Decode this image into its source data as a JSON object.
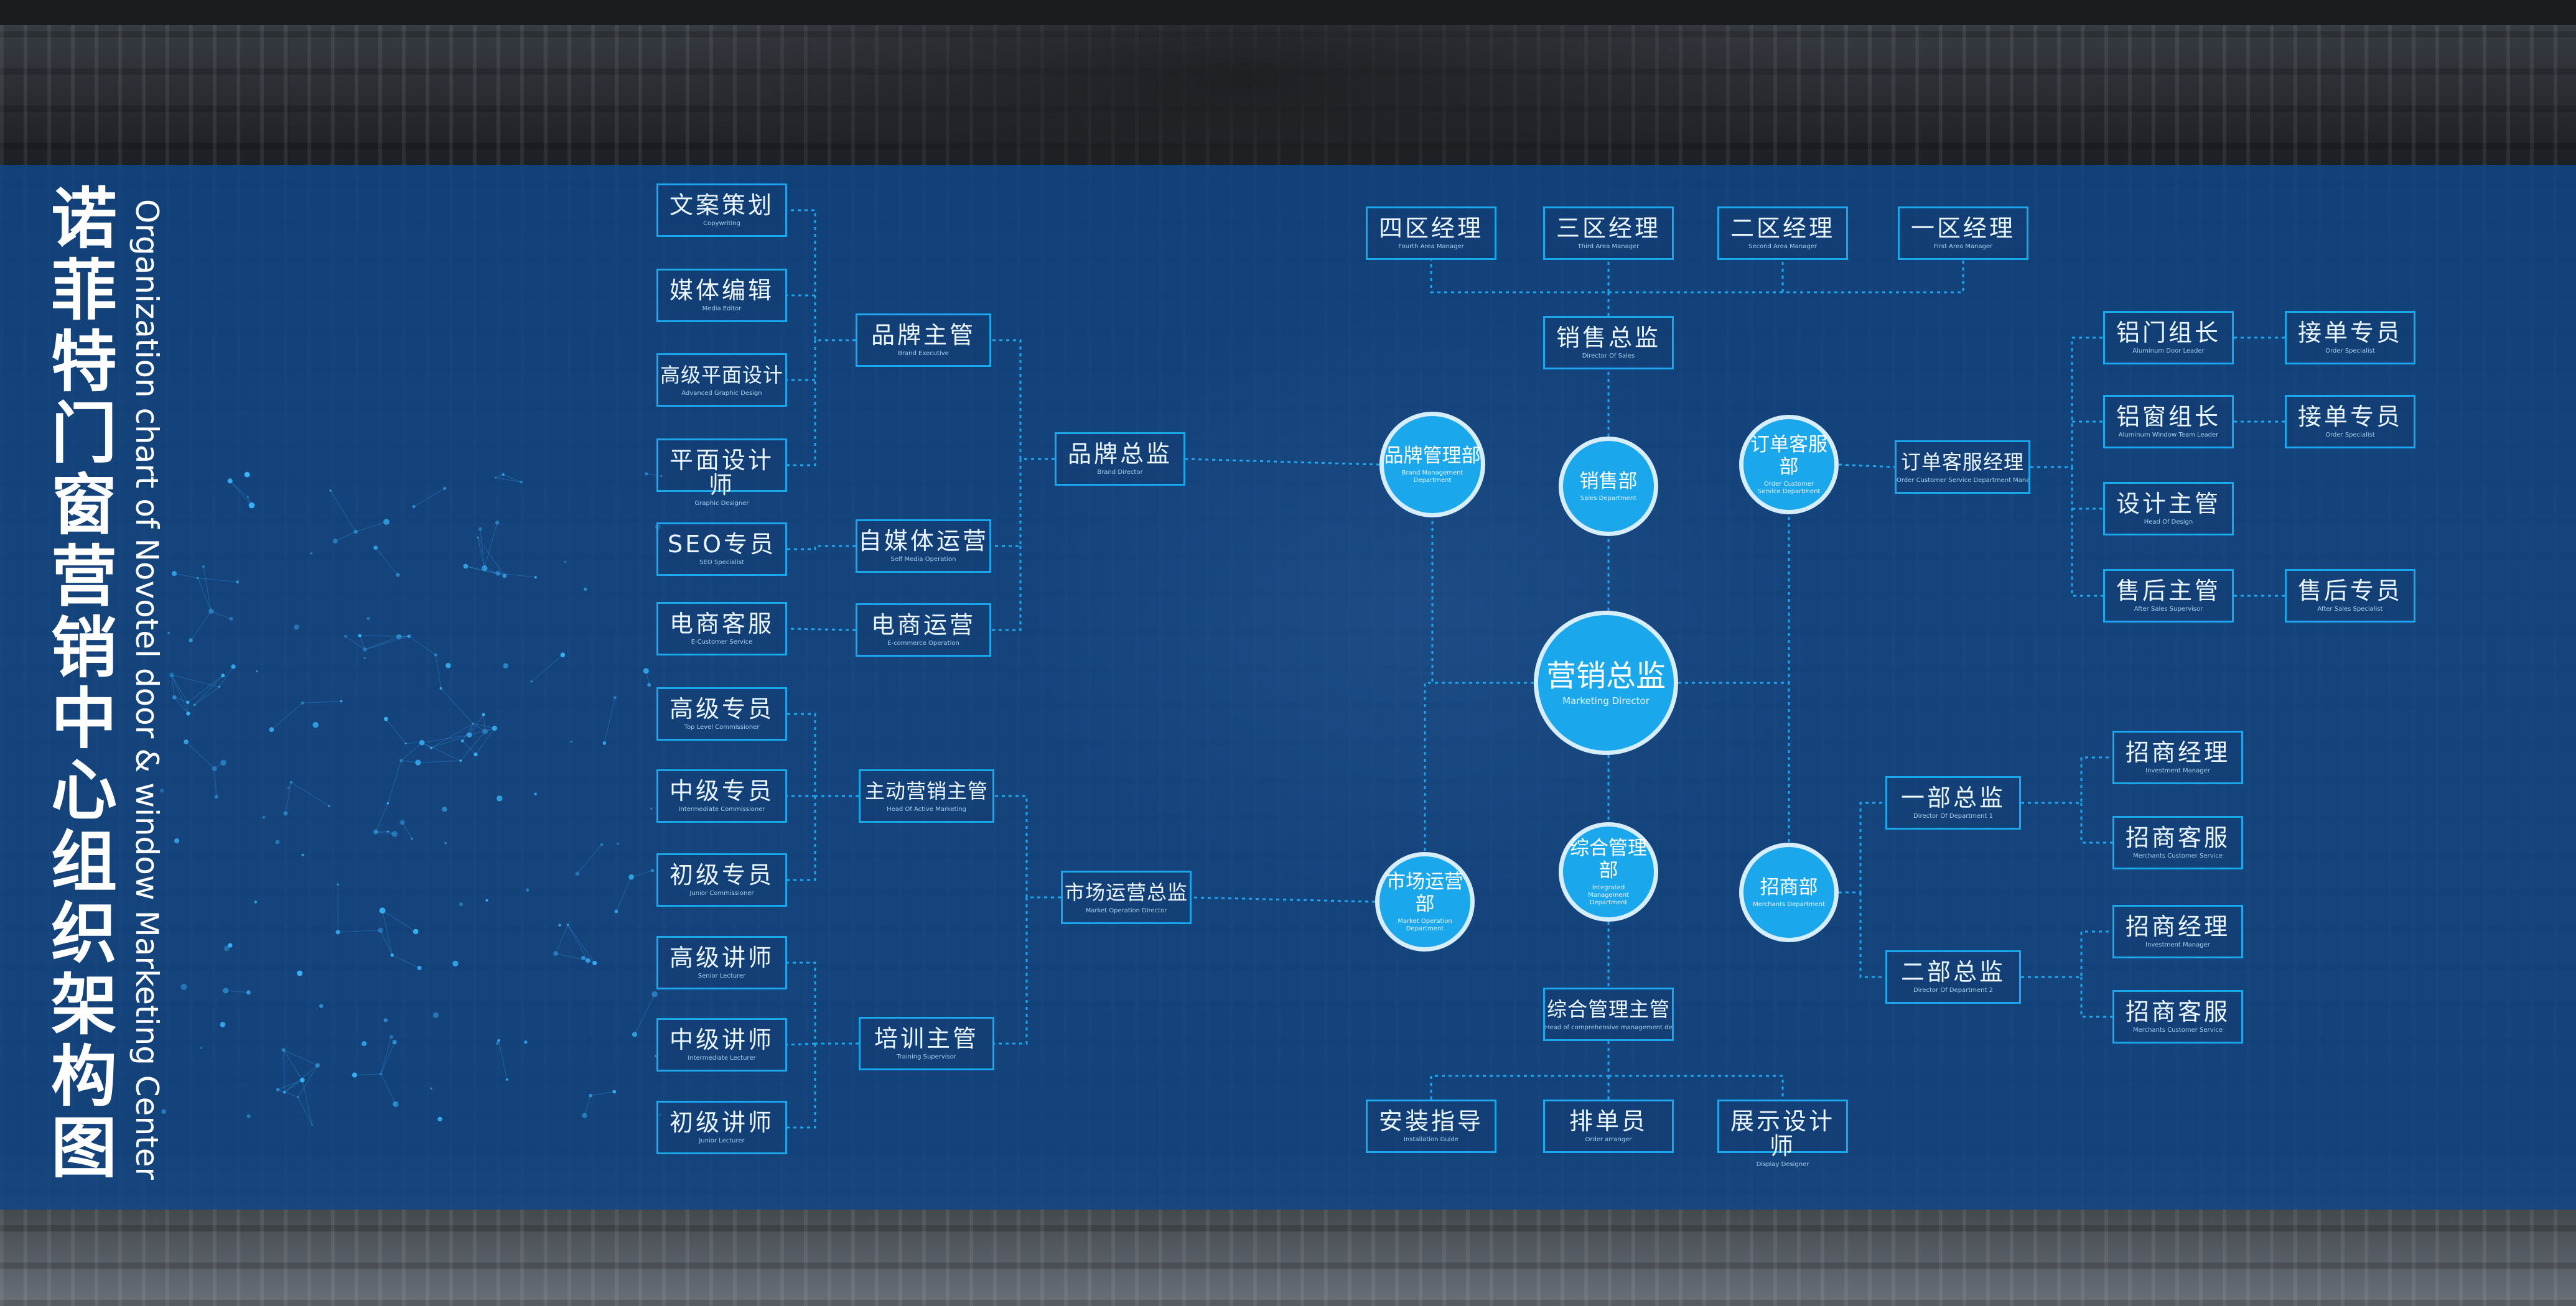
{
  "title": "诺菲特门窗营销中心组织架构图",
  "subtitle": "Organization chart of Novotel door & window Marketing Center",
  "colors": {
    "band": "#114788",
    "accent": "#1aa7ec",
    "ring": "#d6eefb"
  },
  "center": {
    "cn": "营销总监",
    "en": "Marketing Director"
  },
  "departments": {
    "sales": {
      "cn": "销售部",
      "en": "Sales Department"
    },
    "brand": {
      "cn": "品牌管理部",
      "en": "Brand Management Department"
    },
    "order": {
      "cn": "订单客服部",
      "en": "Order Customer Service Department"
    },
    "integrated": {
      "cn": "综合管理部",
      "en": "Integrated Management Department"
    },
    "market": {
      "cn": "市场运营部",
      "en": "Market Operation Department"
    },
    "invest": {
      "cn": "招商部",
      "en": "Merchants Department"
    }
  },
  "nodes": {
    "s_dir": {
      "cn": "销售总监",
      "en": "Director Of Sales"
    },
    "a1": {
      "cn": "一区经理",
      "en": "First Area Manager"
    },
    "a2": {
      "cn": "二区经理",
      "en": "Second Area Manager"
    },
    "a3": {
      "cn": "三区经理",
      "en": "Third Area Manager"
    },
    "a4": {
      "cn": "四区经理",
      "en": "Fourth Area Manager"
    },
    "b_dir": {
      "cn": "品牌总监",
      "en": "Brand Director"
    },
    "b_exec": {
      "cn": "品牌主管",
      "en": "Brand Executive"
    },
    "b_self": {
      "cn": "自媒体运营",
      "en": "Self Media Operation"
    },
    "b_ecom": {
      "cn": "电商运营",
      "en": "E-commerce Operation"
    },
    "b_copy": {
      "cn": "文案策划",
      "en": "Copywriting"
    },
    "b_edit": {
      "cn": "媒体编辑",
      "en": "Media Editor"
    },
    "b_senior": {
      "cn": "高级平面设计",
      "en": "Advanced Graphic Design"
    },
    "b_graphic": {
      "cn": "平面设计师",
      "en": "Graphic Designer"
    },
    "b_seo": {
      "cn": "SEO专员",
      "en": "SEO Specialist"
    },
    "b_ecs": {
      "cn": "电商客服",
      "en": "E-Customer Service"
    },
    "o_mgr": {
      "cn": "订单客服经理",
      "en": "Order Customer Service Department Manager"
    },
    "o_al": {
      "cn": "铝门组长",
      "en": "Aluminum Door Leader"
    },
    "o_win": {
      "cn": "铝窗组长",
      "en": "Aluminum Window Team Leader"
    },
    "o_des": {
      "cn": "设计主管",
      "en": "Head Of Design"
    },
    "o_after": {
      "cn": "售后主管",
      "en": "After Sales Supervisor"
    },
    "o_sp1": {
      "cn": "接单专员",
      "en": "Order Specialist"
    },
    "o_sp2": {
      "cn": "接单专员",
      "en": "Order Specialist"
    },
    "o_as": {
      "cn": "售后专员",
      "en": "After Sales Specialist"
    },
    "i_sup": {
      "cn": "综合管理主管",
      "en": "Head of comprehensive management department"
    },
    "i_disp": {
      "cn": "展示设计师",
      "en": "Display Designer"
    },
    "i_ord": {
      "cn": "排单员",
      "en": "Order arranger"
    },
    "i_inst": {
      "cn": "安装指导",
      "en": "Installation Guide"
    },
    "m_dir": {
      "cn": "市场运营总监",
      "en": "Market Operation Director"
    },
    "m_active": {
      "cn": "主动营销主管",
      "en": "Head Of Active Marketing"
    },
    "m_train": {
      "cn": "培训主管",
      "en": "Training Supervisor"
    },
    "m_hi": {
      "cn": "高级专员",
      "en": "Top Level Commissioner"
    },
    "m_mid": {
      "cn": "中级专员",
      "en": "Intermediate Commissioner"
    },
    "m_jr": {
      "cn": "初级专员",
      "en": "Junior Commissioner"
    },
    "m_tsr": {
      "cn": "高级讲师",
      "en": "Senior Lecturer"
    },
    "m_tmid": {
      "cn": "中级讲师",
      "en": "Intermediate Lecturer"
    },
    "m_tjr": {
      "cn": "初级讲师",
      "en": "Junior Lecturer"
    },
    "v_d1": {
      "cn": "一部总监",
      "en": "Director Of Department 1"
    },
    "v_d2": {
      "cn": "二部总监",
      "en": "Director Of Department 2"
    },
    "v_m1": {
      "cn": "招商经理",
      "en": "Investment Manager"
    },
    "v_c1": {
      "cn": "招商客服",
      "en": "Merchants Customer Service"
    },
    "v_m2": {
      "cn": "招商经理",
      "en": "Investment Manager"
    },
    "v_c2": {
      "cn": "招商客服",
      "en": "Merchants Customer Service"
    }
  }
}
